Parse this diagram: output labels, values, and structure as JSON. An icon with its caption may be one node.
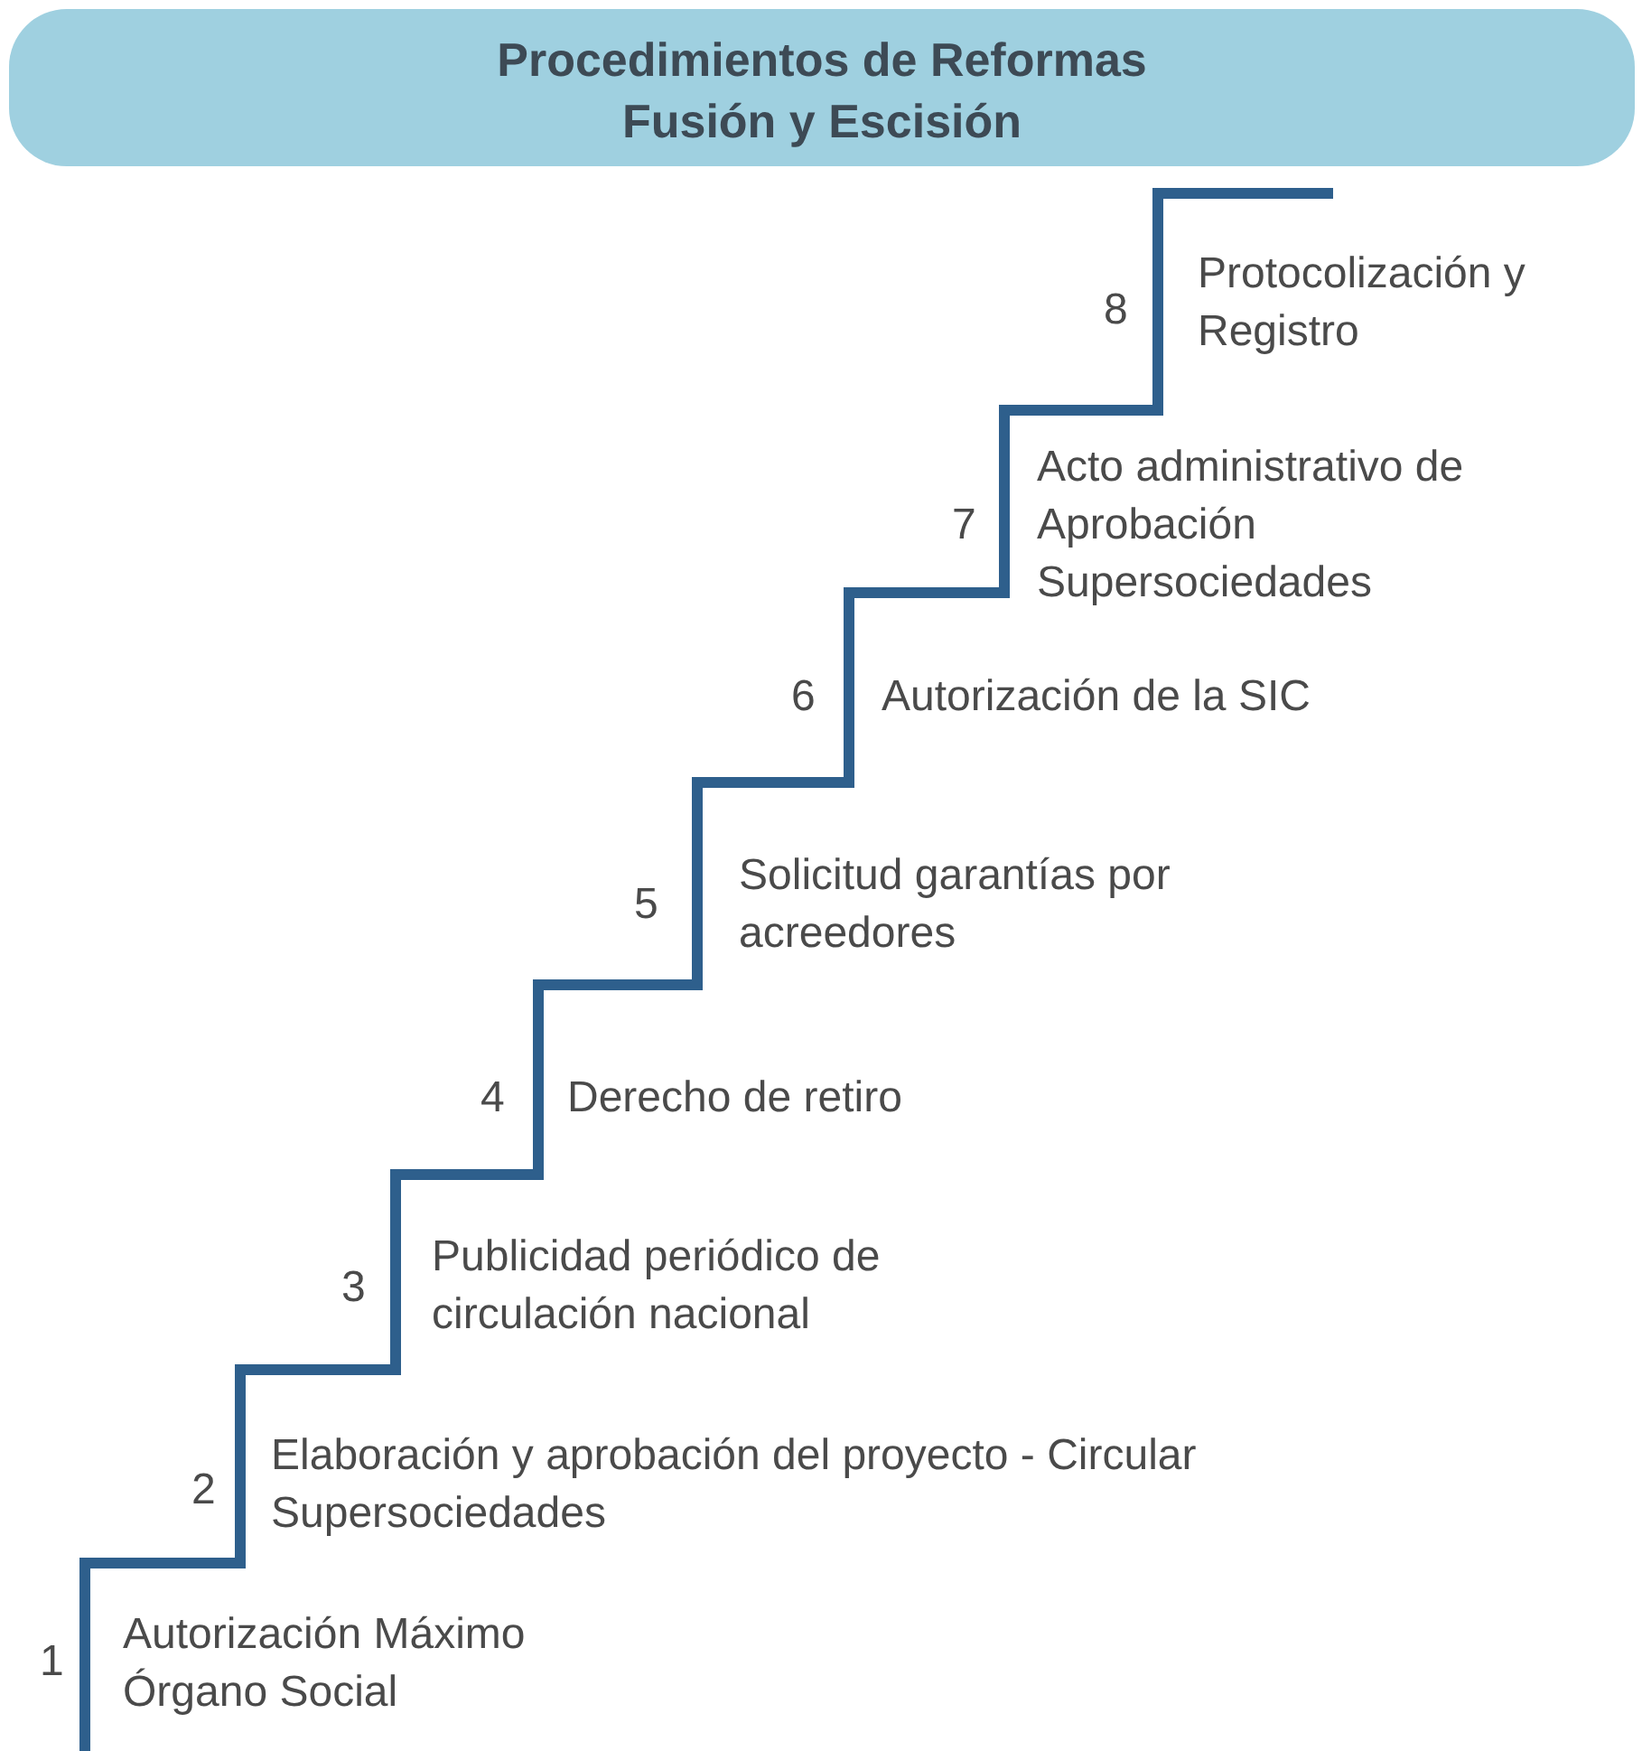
{
  "diagram": {
    "title": "Procedimientos de Reformas Fusión y Escisión",
    "labels": [
      "1",
      "Autorización Máximo Órgano Social",
      "2",
      "Elaboración y aprobación del proyecto - Circular Supersociedades",
      "3",
      "Publicidad periódico de circulación nacional",
      "4",
      "Derecho de retiro",
      "5",
      "Solicitud garantías por acreedores",
      "6",
      "Autorización de la SIC",
      "7",
      "Acto administrativo de Aprobación Supersociedades",
      "8",
      "Protocolización y Registro"
    ]
  }
}
